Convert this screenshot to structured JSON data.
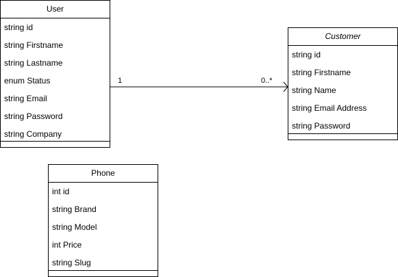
{
  "classes": {
    "user": {
      "name": "User",
      "attributes": [
        "string id",
        "string Firstname",
        "string Lastname",
        "enum Status",
        "string Email",
        "string Password",
        "string Company"
      ]
    },
    "customer": {
      "name": "Customer",
      "attributes": [
        "string id",
        "string Firstname",
        "string Name",
        "string Email Address",
        "string Password"
      ]
    },
    "phone": {
      "name": "Phone",
      "attributes": [
        "int id",
        "string Brand",
        "string Model",
        "int Price",
        "string Slug"
      ]
    }
  },
  "association": {
    "source_multiplicity": "1",
    "target_multiplicity": "0..*"
  }
}
